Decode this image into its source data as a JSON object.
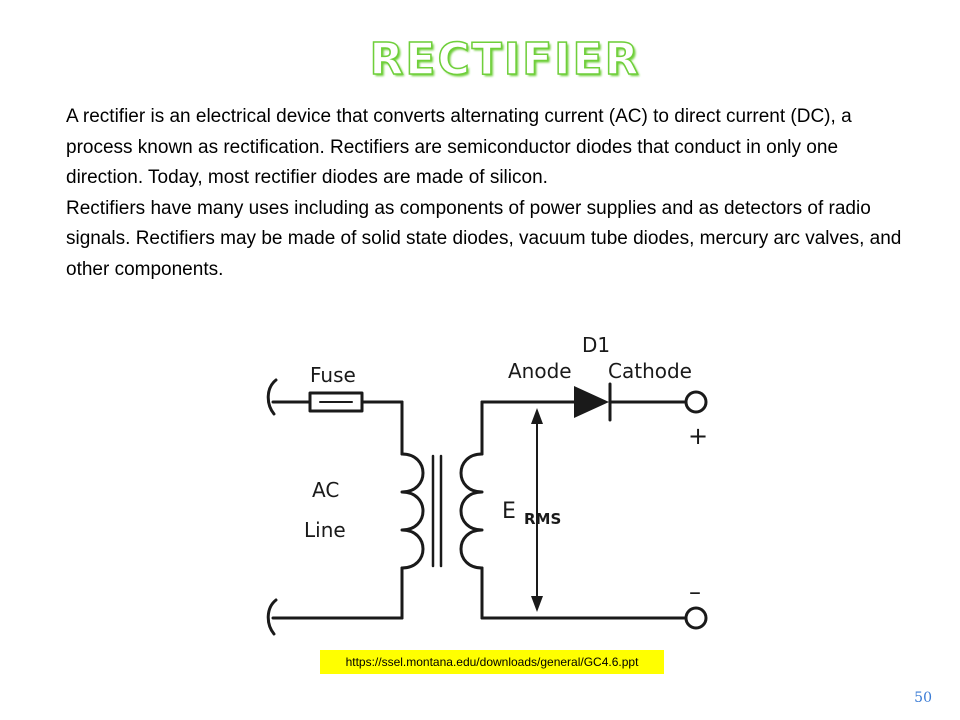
{
  "title": "RECTIFIER",
  "paragraphs": [
    "A rectifier is an electrical device that converts alternating current (AC) to direct current (DC), a process known as rectification. Rectifiers are semiconductor diodes that conduct in only one direction. Today, most  rectifier diodes are made of silicon.",
    "Rectifiers have many uses including as components of power supplies and as detectors of radio signals. Rectifiers may be made of solid state diodes, vacuum tube diodes, mercury arc valves, and other components."
  ],
  "diagram": {
    "fuse_label": "Fuse",
    "ac_label": "AC",
    "line_label": "Line",
    "diode_label": "D1",
    "anode_label": "Anode",
    "cathode_label": "Cathode",
    "plus_label": "+",
    "minus_label": "–",
    "voltage_label": "E",
    "voltage_subscript": "RMS"
  },
  "source_url": "https://ssel.montana.edu/downloads/general/GC4.6.ppt",
  "page_number": "50"
}
